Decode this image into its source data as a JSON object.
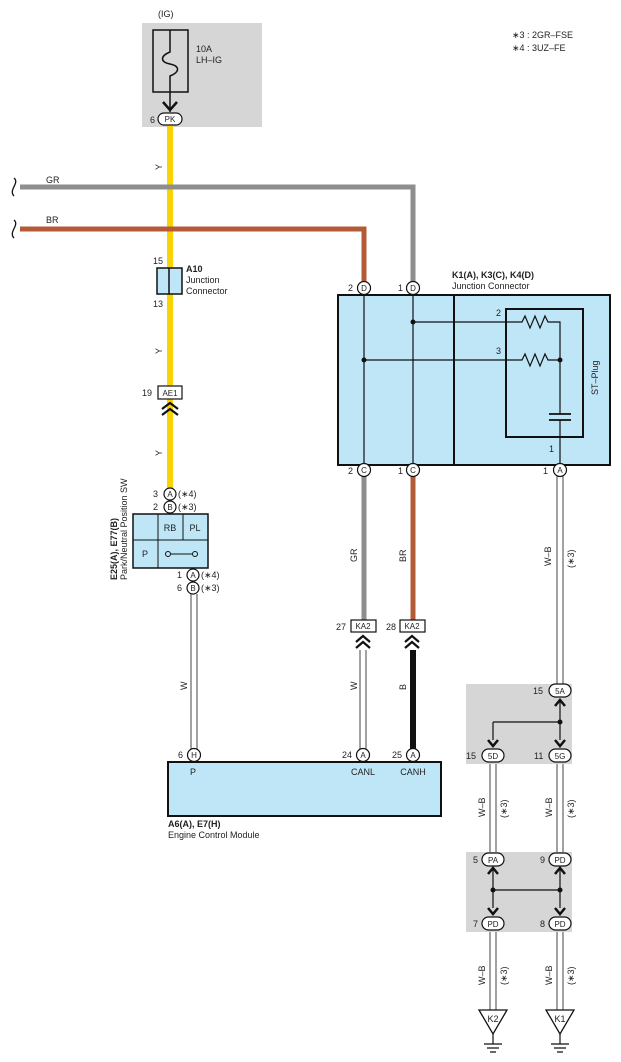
{
  "notes": {
    "n3": "∗3 : 2GR–FSE",
    "n4": "∗4 : 3UZ–FE"
  },
  "fuse": {
    "supply": "(IG)",
    "rating": "10A",
    "name": "LH–IG",
    "pin": "6",
    "terminal": "PK"
  },
  "wires": {
    "y1": "Y",
    "y2": "Y",
    "y3": "Y",
    "gr_top": "GR",
    "br_top": "BR",
    "gr_mid": "GR",
    "br_mid": "BR",
    "wb_k4": "W–B",
    "wb_k4_note": "(∗3)",
    "w_sw": "W",
    "w_canl": "W",
    "b_canh": "B",
    "wb_5d": "W–B",
    "wb_5d_note": "(∗3)",
    "wb_5g": "W–B",
    "wb_5g_note": "(∗3)",
    "wb_pd7": "W–B",
    "wb_pd7_note": "(∗3)",
    "wb_pd8": "W–B",
    "wb_pd8_note": "(∗3)"
  },
  "a10": {
    "id": "A10",
    "line1": "Junction",
    "line2": "Connector",
    "pin_top": "15",
    "pin_bottom": "13"
  },
  "ae1": {
    "pin": "19",
    "label": "AE1"
  },
  "k_connector": {
    "id": "K1(A), K3(C), K4(D)",
    "desc": "Junction Connector",
    "stplug": "ST–Plug",
    "pin_d2": "2",
    "term_d2": "D",
    "pin_d1": "1",
    "term_d1": "D",
    "pin_c2": "2",
    "term_c2": "C",
    "pin_c1": "1",
    "term_c1": "C",
    "pin_a1": "1",
    "term_a1": "A",
    "res_pin2": "2",
    "res_pin3": "3",
    "cap_pin1": "1"
  },
  "position_sw": {
    "id": "E25(A), E77(B)",
    "desc": "Park/Neutral Position SW",
    "rb": "RB",
    "pl": "PL",
    "p": "P",
    "pin_top_a": "3",
    "term_top_a": "A",
    "note_top_a": "(∗4)",
    "pin_top_b": "2",
    "term_top_b": "B",
    "note_top_b": "(∗3)",
    "pin_bot_a": "1",
    "term_bot_a": "A",
    "note_bot_a": "(∗4)",
    "pin_bot_b": "6",
    "term_bot_b": "B",
    "note_bot_b": "(∗3)"
  },
  "ka2": {
    "pin_l": "27",
    "label_l": "KA2",
    "pin_r": "28",
    "label_r": "KA2"
  },
  "ecm": {
    "id": "A6(A), E7(H)",
    "desc": "Engine Control Module",
    "pin_p": "6",
    "term_p": "H",
    "label_p": "P",
    "pin_canl": "24",
    "term_canl": "A",
    "label_canl": "CANL",
    "pin_canh": "25",
    "term_canh": "A",
    "label_canh": "CANH"
  },
  "junction1": {
    "pin_5a": "15",
    "term_5a": "5A",
    "pin_5d": "15",
    "term_5d": "5D",
    "pin_5g": "11",
    "term_5g": "5G"
  },
  "junction2": {
    "pin_pa": "5",
    "term_pa": "PA",
    "pin_pd9": "9",
    "term_pd9": "PD",
    "pin_pd7": "7",
    "term_pd7": "PD",
    "pin_pd8": "8",
    "term_pd8": "PD"
  },
  "grounds": {
    "k2": "K2",
    "k1": "K1"
  },
  "colors": {
    "yellow": "#f9d400",
    "gray": "#8e8e8e",
    "brown": "#b35a37",
    "black": "#111111",
    "box_fill": "#bfe6f7",
    "shade": "#d6d6d6"
  }
}
